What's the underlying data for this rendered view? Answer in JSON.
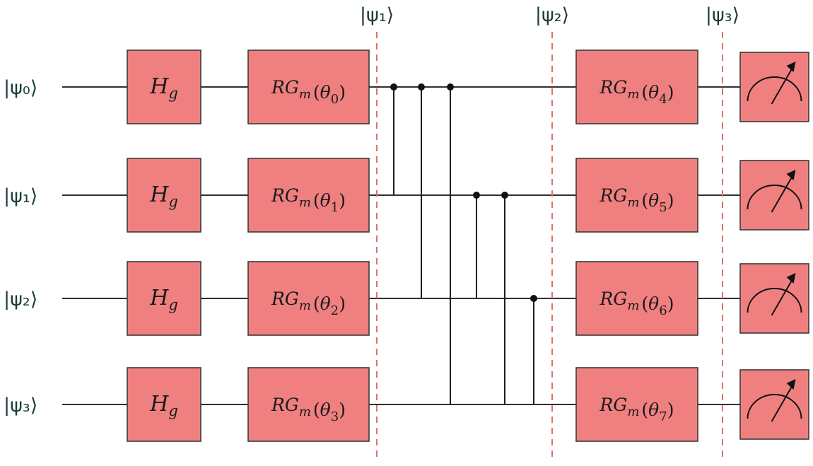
{
  "qubits": [
    {
      "label": "|ψ₀⟩"
    },
    {
      "label": "|ψ₁⟩"
    },
    {
      "label": "|ψ₂⟩"
    },
    {
      "label": "|ψ₃⟩"
    }
  ],
  "hadamard_gates": [
    {
      "main": "H",
      "sub": "g"
    },
    {
      "main": "H",
      "sub": "g"
    },
    {
      "main": "H",
      "sub": "g"
    },
    {
      "main": "H",
      "sub": "g"
    }
  ],
  "rotation_gates_layer1": [
    {
      "main": "RG",
      "sub": "m",
      "param": "θ",
      "param_sub": "0"
    },
    {
      "main": "RG",
      "sub": "m",
      "param": "θ",
      "param_sub": "1"
    },
    {
      "main": "RG",
      "sub": "m",
      "param": "θ",
      "param_sub": "2"
    },
    {
      "main": "RG",
      "sub": "m",
      "param": "θ",
      "param_sub": "3"
    }
  ],
  "rotation_gates_layer2": [
    {
      "main": "RG",
      "sub": "m",
      "param": "θ",
      "param_sub": "4"
    },
    {
      "main": "RG",
      "sub": "m",
      "param": "θ",
      "param_sub": "5"
    },
    {
      "main": "RG",
      "sub": "m",
      "param": "θ",
      "param_sub": "6"
    },
    {
      "main": "RG",
      "sub": "m",
      "param": "θ",
      "param_sub": "7"
    }
  ],
  "barriers": [
    {
      "label": "|ψ₁⟩"
    },
    {
      "label": "|ψ₂⟩"
    },
    {
      "label": "|ψ₃⟩"
    }
  ],
  "entanglers": [
    {
      "control": 0,
      "target": 1
    },
    {
      "control": 0,
      "target": 2
    },
    {
      "control": 0,
      "target": 3
    },
    {
      "control": 1,
      "target": 2
    },
    {
      "control": 1,
      "target": 3
    },
    {
      "control": 2,
      "target": 3
    }
  ],
  "measurements": [
    {
      "type": "meter"
    },
    {
      "type": "meter"
    },
    {
      "type": "meter"
    },
    {
      "type": "meter"
    }
  ],
  "colors": {
    "gate_fill": "#f08080",
    "barrier": "#e07070",
    "wire": "#2f2f2f"
  }
}
